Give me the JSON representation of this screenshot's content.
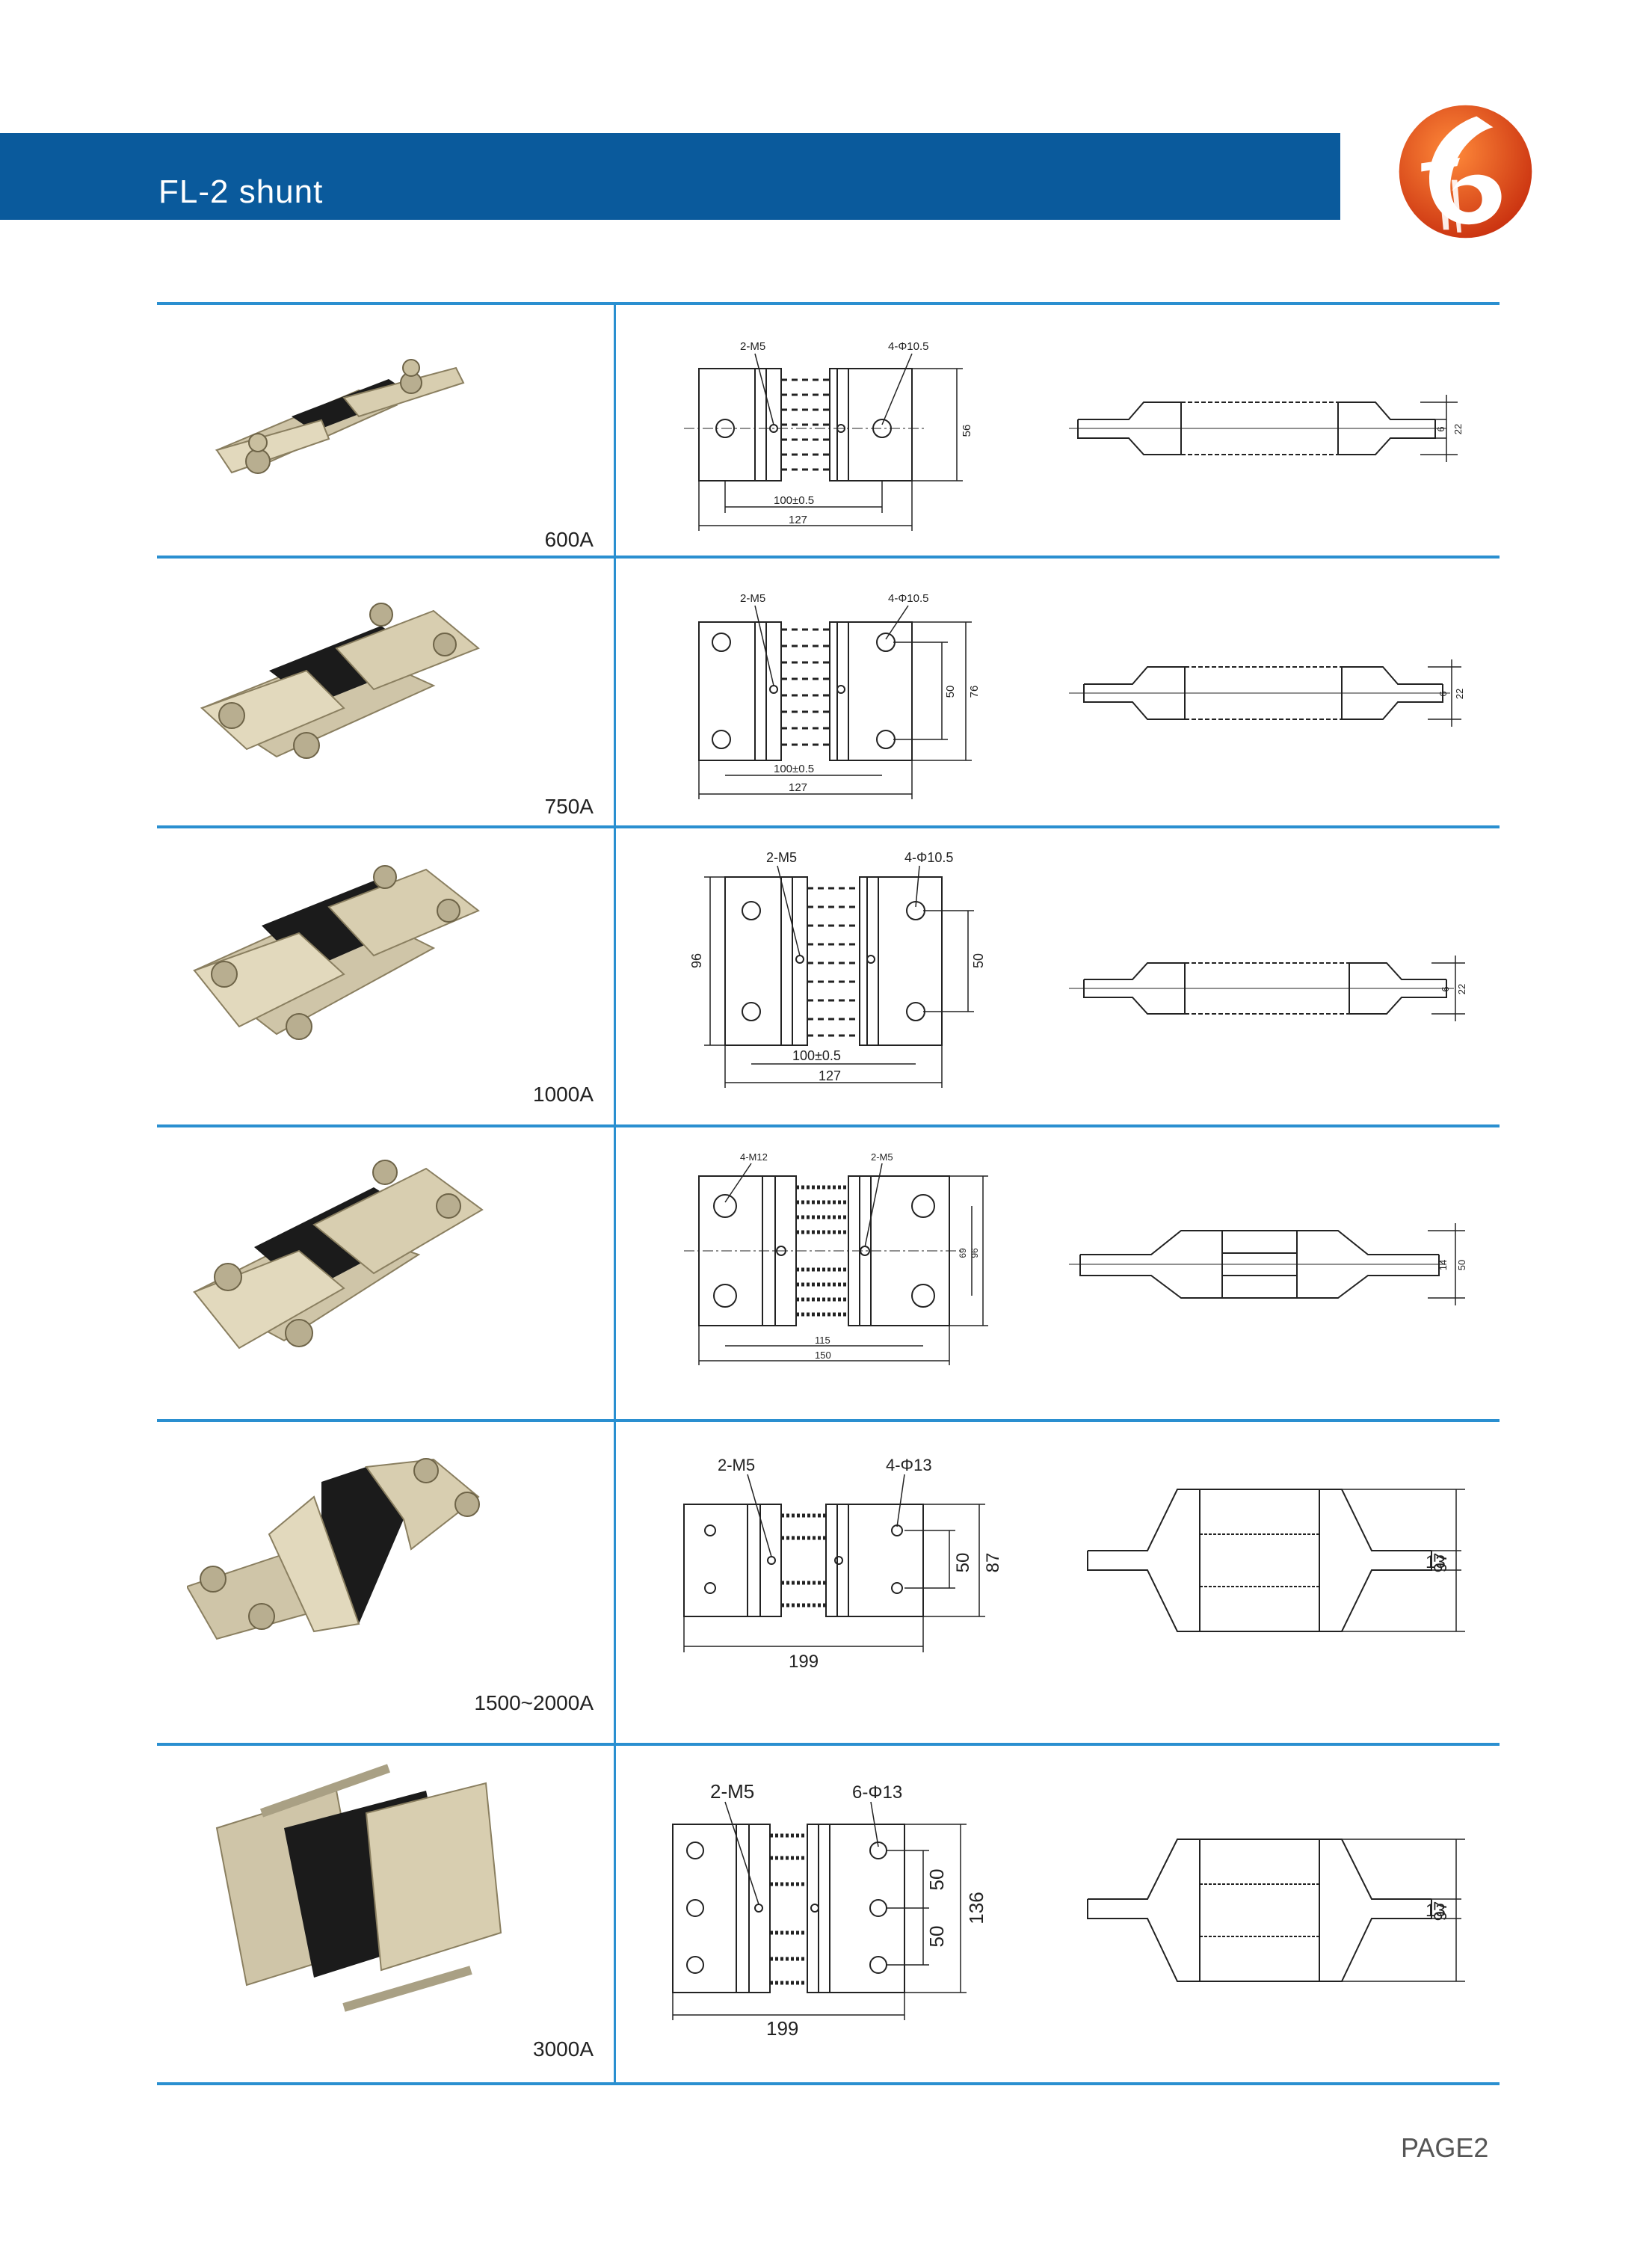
{
  "header": {
    "title": "FL-2 shunt"
  },
  "rows": [
    {
      "rating": "600A",
      "front": {
        "m_label": "2-M5",
        "hole_label": "4-Φ10.5",
        "height_dims": [
          "56"
        ],
        "inner_width": "100±0.5",
        "outer_width": "127"
      },
      "side": {
        "dims": [
          "6",
          "22"
        ]
      }
    },
    {
      "rating": "750A",
      "front": {
        "m_label": "2-M5",
        "hole_label": "4-Φ10.5",
        "height_dims": [
          "50",
          "76"
        ],
        "inner_width": "100±0.5",
        "outer_width": "127"
      },
      "side": {
        "dims": [
          "6",
          "22"
        ]
      }
    },
    {
      "rating": "1000A",
      "front": {
        "m_label": "2-M5",
        "hole_label": "4-Φ10.5",
        "height_dims": [
          "96",
          "50"
        ],
        "inner_width": "100±0.5",
        "outer_width": "127"
      },
      "side": {
        "dims": [
          "6",
          "22"
        ]
      }
    },
    {
      "rating": "",
      "front": {
        "m_label": "4-M12",
        "hole_label": "2-M5",
        "height_dims": [
          "69",
          "96"
        ],
        "inner_width": "115",
        "outer_width": "150"
      },
      "side": {
        "dims": [
          "14",
          "50"
        ]
      }
    },
    {
      "rating": "1500~2000A",
      "front": {
        "m_label": "2-M5",
        "hole_label": "4-Φ13",
        "height_dims": [
          "50",
          "87"
        ],
        "inner_width": "",
        "outer_width": "199"
      },
      "side": {
        "dims": [
          "13",
          "97"
        ]
      }
    },
    {
      "rating": "3000A",
      "front": {
        "m_label": "2-M5",
        "hole_label": "6-Φ13",
        "height_dims": [
          "50",
          "50",
          "136"
        ],
        "inner_width": "",
        "outer_width": "199"
      },
      "side": {
        "dims": [
          "13",
          "97"
        ]
      }
    }
  ],
  "footer": {
    "page": "PAGE2"
  },
  "colors": {
    "header": "#0a5a9c",
    "rule": "#2a8fd0",
    "logo": "#e2461c"
  }
}
